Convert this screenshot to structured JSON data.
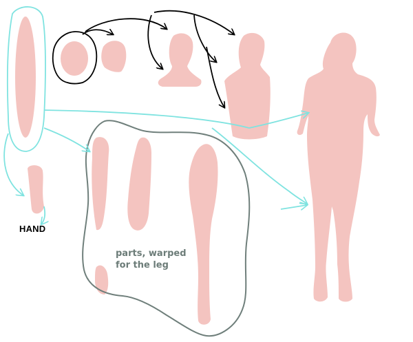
{
  "labels": {
    "hand": "HAND",
    "parts_line1": "parts, warped",
    "parts_line2": "for the leg"
  },
  "colors": {
    "body_fill": "#f4c4c0",
    "arrow_black": "#000000",
    "arrow_cyan": "#7fe3e0",
    "outline_gray": "#6f7f7b",
    "text_gray": "#6c7c78"
  }
}
